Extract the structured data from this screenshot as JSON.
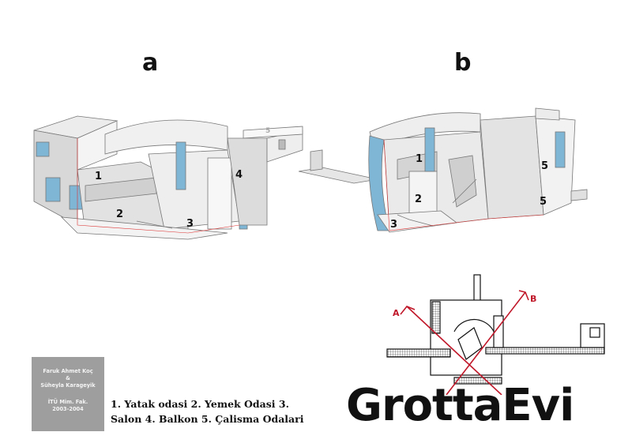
{
  "panels": {
    "a_label": "a",
    "b_label": "b"
  },
  "room_numbers_a": [
    "1",
    "2",
    "3",
    "4",
    "5"
  ],
  "room_numbers_b": [
    "1",
    "2",
    "3",
    "5",
    "5"
  ],
  "credits": {
    "line1": "Faruk Ahmet Koç",
    "line2": "&",
    "line3": "Süheyla Karageyik",
    "line4": "İTÜ Mim. Fak.",
    "line5": "2003-2004"
  },
  "legend": {
    "line1": "1. Yatak odasi  2. Yemek Odasi  3.",
    "line2": "Salon  4. Balkon  5. Çalisma Odalari"
  },
  "title": "GrottaEvi",
  "plan": {
    "section_a": "A",
    "section_b": "B"
  },
  "colors": {
    "glass": "#7fb6d6",
    "section_line": "#c0182a",
    "credit_bg": "#9e9e9e"
  }
}
